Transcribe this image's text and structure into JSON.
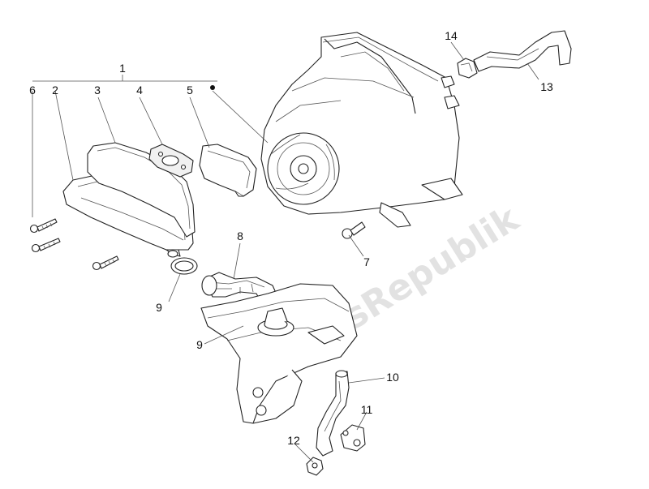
{
  "callouts": {
    "c1": "1",
    "c2": "2",
    "c3": "3",
    "c4": "4",
    "c5": "5",
    "c6": "6",
    "c7": "7",
    "c8": "8",
    "c9a": "9",
    "c9b": "9",
    "c10": "10",
    "c11": "11",
    "c12": "12",
    "c13": "13",
    "c14": "14"
  },
  "watermark": {
    "text": "PartsRepublik"
  },
  "colors": {
    "line": "#222222",
    "watermark": "#d9d9d9"
  }
}
